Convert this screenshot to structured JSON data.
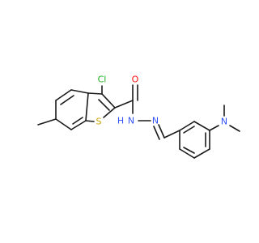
{
  "colors": {
    "bond": "#1a1a1a",
    "carbon": "#1a1a1a",
    "nitrogen": "#3050F8",
    "oxygen": "#FF0D0D",
    "sulfur": "#C8A400",
    "chlorine": "#1FB01F",
    "background": "#ffffff"
  },
  "atoms": {
    "chlorine": "Cl",
    "sulfur": "S",
    "oxygen": "O",
    "amide_nh": "N",
    "amide_h": "H",
    "imine_n": "N",
    "dimethylamino_n": "N"
  }
}
